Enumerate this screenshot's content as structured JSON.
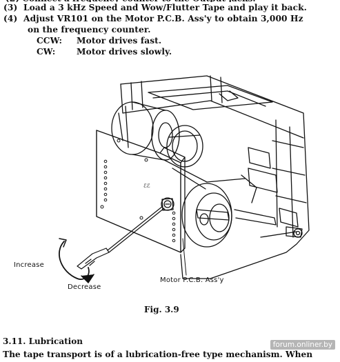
{
  "steps": [
    {
      "num": "(3)",
      "text": "Load a 3 kHz Speed and Wow/Flutter Tape and play it back."
    },
    {
      "num": "(4)",
      "text": "Adjust VR101 on the Motor P.C.B. Ass'y to obtain 3,000 Hz",
      "cont": "on the frequency counter."
    }
  ],
  "directions": [
    {
      "code": "CCW:",
      "desc": "Motor drives fast."
    },
    {
      "code": "CW:",
      "desc": "Motor drives slowly."
    }
  ],
  "figure": {
    "label_increase": "Increase",
    "label_decrease": "Decrease",
    "label_motor": "Motor P.C.B. Ass'y",
    "caption": "Fig. 3.9"
  },
  "section": {
    "title": "3.11.  Lubrication",
    "body": "The tape transport is of a lubrication-free type mechanism. When"
  },
  "watermark": "forum.onliner.by"
}
